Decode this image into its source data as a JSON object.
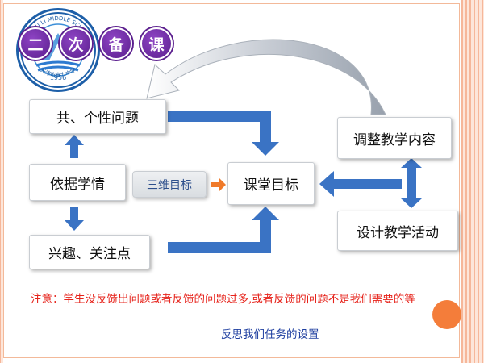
{
  "logo": {
    "ring_text": "SHI FU LI MIDDLE SCHOOL",
    "year": "1956",
    "chinese_name": "天津市富力中学"
  },
  "title_chars": [
    "二",
    "次",
    "备",
    "课"
  ],
  "nodes": {
    "common_issues": "共、个性问题",
    "learning_situation": "依据学情",
    "interests": "兴趣、关注点",
    "three_dim_goal": "三维目标",
    "class_goal": "课堂目标",
    "adjust_content": "调整教学内容",
    "design_activity": "设计教学活动"
  },
  "note": "注意：学生没反馈出问题或者反馈的问题过多,或者反馈的问题不是我们需要的等",
  "reflection": "反思我们任务的设置",
  "colors": {
    "arrow_blue": "#3a73c4",
    "badge_purple": "#6a2aa0",
    "note_red": "#e6221a",
    "reflect_blue": "#1f3fa0",
    "accent_orange": "#f47d3a"
  }
}
